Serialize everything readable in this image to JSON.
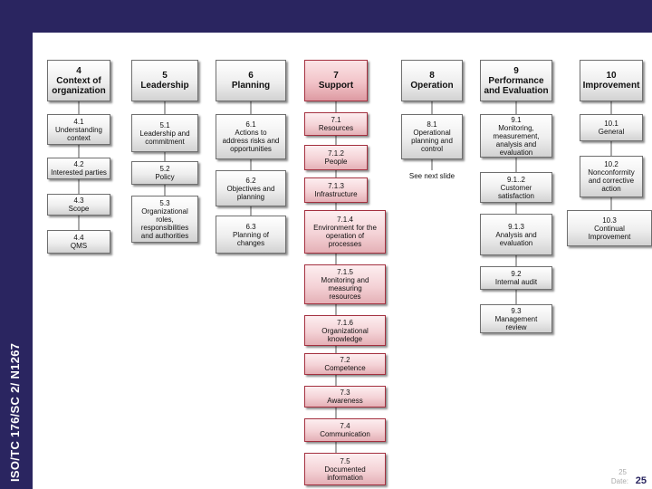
{
  "side_label": "ISO/TC 176/SC 2/ N1267",
  "clauses": [
    {
      "id": "c4",
      "label": "4\nContext of\norganization"
    },
    {
      "id": "c5",
      "label": "5\nLeadership"
    },
    {
      "id": "c6",
      "label": "6\nPlanning"
    },
    {
      "id": "c7",
      "label": "7\nSupport"
    },
    {
      "id": "c8",
      "label": "8\nOperation"
    },
    {
      "id": "c9",
      "label": "9\nPerformance\nand Evaluation"
    },
    {
      "id": "c10",
      "label": "10\nImprovement"
    }
  ],
  "subclauses": {
    "s4_1": "4.1\nUnderstanding\ncontext",
    "s4_2": "4.2\nInterested parties",
    "s4_3": "4.3\nScope",
    "s4_4": "4.4\nQMS",
    "s5_1": "5.1\nLeadership and\ncommitment",
    "s5_2": "5.2\nPolicy",
    "s5_3": "5.3\nOrganizational\nroles,\nresponsibilities\nand authorities",
    "s6_1": "6.1\nActions to\naddress risks and\nopportunities",
    "s6_2": "6.2\nObjectives and\nplanning",
    "s6_3": "6.3\nPlanning of\nchanges",
    "s7_1": "7.1\nResources",
    "s7_1_2": "7.1.2\nPeople",
    "s7_1_3": "7.1.3\nInfrastructure",
    "s7_1_4": "7.1.4\nEnvironment for the\noperation of\nprocesses",
    "s7_1_5": "7.1.5\nMonitoring and\nmeasuring\nresources",
    "s7_1_6": "7.1.6\nOrganizational\nknowledge",
    "s7_2": "7.2\nCompetence",
    "s7_3": "7.3\nAwareness",
    "s7_4": "7.4\nCommunication",
    "s7_5": "7.5\nDocumented\ninformation",
    "s8_1": "8.1\nOperational\nplanning and\ncontrol",
    "s9_1": "9.1\nMonitoring,\nmeasurement,\nanalysis and\nevaluation",
    "s9_1_2": "9.1..2\nCustomer\nsatisfaction",
    "s9_1_3": "9.1.3\nAnalysis and\nevaluation",
    "s9_2": "9.2\nInternal audit",
    "s9_3": "9.3\nManagement\nreview",
    "s10_1": "10.1\nGeneral",
    "s10_2": "10.2\nNonconformity\nand corrective\naction",
    "s10_3": "10.3\nContinual\nImprovement"
  },
  "see_next_slide": "See next slide",
  "footer": {
    "page_small": "25",
    "date_label": "Date:",
    "page_number": "25"
  },
  "colors": {
    "band": "#2a2560",
    "support_accent": "#a4303f"
  }
}
